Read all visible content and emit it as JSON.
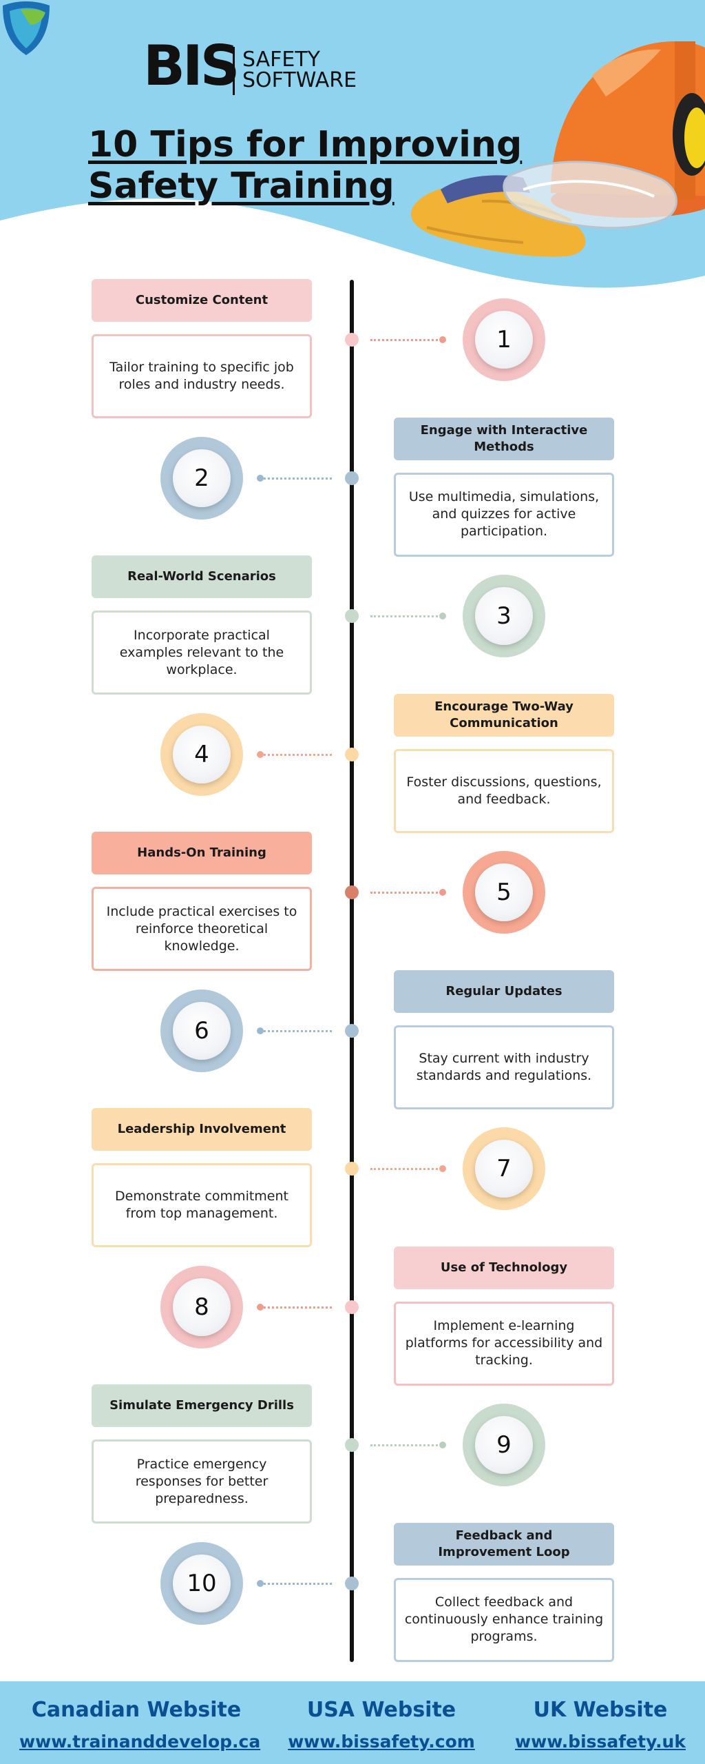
{
  "brand": {
    "name": "BIS",
    "subtitle_line1": "SAFETY",
    "subtitle_line2": "SOFTWARE"
  },
  "title": {
    "line1": "10 Tips for Improving",
    "line2": "Safety Training"
  },
  "colors": {
    "header_bg": "#8fd3ef",
    "pink": "#f7cfd0",
    "blue": "#b4c9d9",
    "green": "#cfdfd4",
    "orange": "#fcdcae",
    "salmon": "#f8b09d",
    "footer_text": "#0b4f93"
  },
  "tips": [
    {
      "number": "1",
      "title": "Customize Content",
      "description": "Tailor training to specific job roles and industry needs.",
      "color": "pink"
    },
    {
      "number": "2",
      "title": "Engage with Interactive Methods",
      "description": "Use multimedia, simulations, and quizzes for active participation.",
      "color": "blue"
    },
    {
      "number": "3",
      "title": "Real-World Scenarios",
      "description": "Incorporate practical examples relevant to the workplace.",
      "color": "green"
    },
    {
      "number": "4",
      "title": "Encourage Two-Way Communication",
      "description": "Foster discussions, questions, and feedback.",
      "color": "orange"
    },
    {
      "number": "5",
      "title": "Hands-On Training",
      "description": "Include practical exercises to reinforce theoretical knowledge.",
      "color": "salmon"
    },
    {
      "number": "6",
      "title": "Regular Updates",
      "description": "Stay current with industry standards and regulations.",
      "color": "blue"
    },
    {
      "number": "7",
      "title": "Leadership Involvement",
      "description": "Demonstrate commitment from top management.",
      "color": "orange"
    },
    {
      "number": "8",
      "title": "Use of Technology",
      "description": "Implement e-learning platforms for accessibility and tracking.",
      "color": "pink"
    },
    {
      "number": "9",
      "title": "Simulate Emergency Drills",
      "description": "Practice emergency responses for better preparedness.",
      "color": "green"
    },
    {
      "number": "10",
      "title": "Feedback and Improvement Loop",
      "description": "Collect feedback and continuously enhance training programs.",
      "color": "blue"
    }
  ],
  "footer": {
    "canada": {
      "label": "Canadian Website",
      "url": "www.trainanddevelop.ca"
    },
    "usa": {
      "label": "USA Website",
      "url": "www.bissafety.com"
    },
    "uk": {
      "label": "UK Website",
      "url": "www.bissafety.uk"
    }
  },
  "icons": {
    "logo": "shield-logo-icon",
    "hero": "hard-hat-gloves-goggles-illustration"
  }
}
